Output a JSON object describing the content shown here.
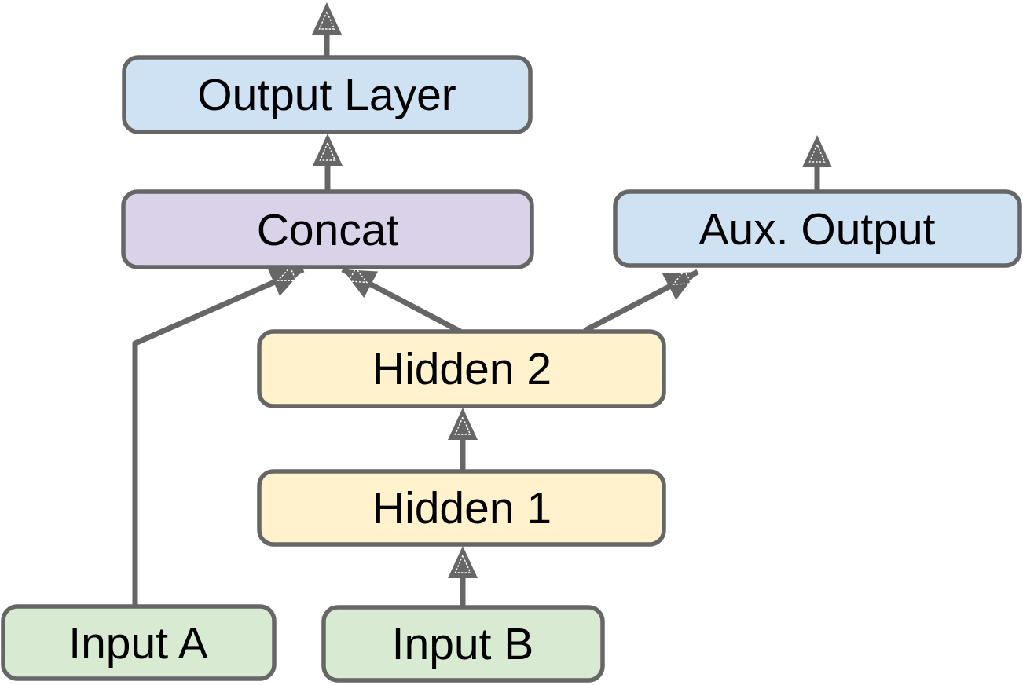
{
  "diagram": {
    "type": "neural-network-architecture",
    "background": "#ffffff",
    "colors": {
      "node_border": "#666666",
      "connector": "#666666",
      "label_text": "#000000",
      "output_fill": "#cfe2f3",
      "concat_fill": "#d9d2e9",
      "hidden_fill": "#fff2cc",
      "input_fill": "#d9ead3"
    },
    "nodes": [
      {
        "id": "output-layer",
        "label": "Output Layer",
        "fill": "#cfe2f3"
      },
      {
        "id": "concat",
        "label": "Concat",
        "fill": "#d9d2e9"
      },
      {
        "id": "aux-output",
        "label": "Aux. Output",
        "fill": "#cfe2f3"
      },
      {
        "id": "hidden-2",
        "label": "Hidden 2",
        "fill": "#fff2cc"
      },
      {
        "id": "hidden-1",
        "label": "Hidden 1",
        "fill": "#fff2cc"
      },
      {
        "id": "input-a",
        "label": "Input A",
        "fill": "#d9ead3"
      },
      {
        "id": "input-b",
        "label": "Input B",
        "fill": "#d9ead3"
      }
    ],
    "edges": [
      {
        "from": "input-a",
        "to": "concat"
      },
      {
        "from": "input-b",
        "to": "hidden-1"
      },
      {
        "from": "hidden-1",
        "to": "hidden-2"
      },
      {
        "from": "hidden-2",
        "to": "concat"
      },
      {
        "from": "hidden-2",
        "to": "aux-output"
      },
      {
        "from": "concat",
        "to": "output-layer"
      },
      {
        "from": "output-layer",
        "to": "external-output"
      },
      {
        "from": "aux-output",
        "to": "external-output"
      }
    ]
  }
}
